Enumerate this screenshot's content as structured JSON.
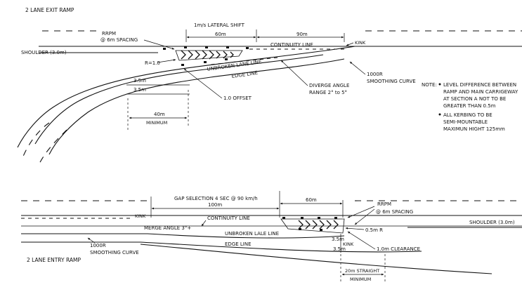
{
  "exit": {
    "title": "2 LANE EXIT RAMP",
    "lateral_shift": "1m/s LATERAL SHIFT",
    "dim_60": "60m",
    "dim_90": "90m",
    "rrpm": "RRPM",
    "spacing": "@ 6m SPACING",
    "shoulder": "SHOULDER (3.0m)",
    "continuity": "CONTINUITY LINE",
    "kink": "KINK",
    "r_label": "R=1.0",
    "unbroken": "UNBROKEN LANE LINE",
    "edge": "EDGE LINE",
    "w1": "3.5m",
    "w2": "3.5m",
    "offset": "1.0 OFFSET",
    "diverge": "DIVERGE ANGLE",
    "diverge_range": "RANGE 2° to 5°",
    "smoothing_r": "1000R",
    "smoothing": "SMOOTHING CURVE",
    "min_len": "40m",
    "minimum": "MINIMUM"
  },
  "note": {
    "label": "NOTE:",
    "b1": [
      "LEVEL DIFFERENCE BETWEEN",
      "RAMP AND MAIN CARRIGEWAY",
      "AT SECTION A NOT TO BE",
      "GREATER THAN 0.5m"
    ],
    "b2": [
      "ALL KERBING TO BE",
      "SEMI-MOUNTABLE",
      "MAXIMUN HIGHT 125mm"
    ]
  },
  "entry": {
    "title": "2 LANE ENTRY RAMP",
    "gap": "GAP SELECTION 4 SEC @ 90 km/h",
    "dim_100": "100m",
    "dim_60": "60m",
    "rrpm": "RRPM",
    "spacing": "@ 6m SPACING",
    "kink": "KINK",
    "continuity": "CONTINUITY LINE",
    "merge": "MERGE ANGLE 3°+",
    "unbroken": "UNBROKEN LALE LINE",
    "shoulder": "SHOULDER (3.0m)",
    "r05": "0.5m R",
    "w1": "3.5m",
    "w2": "3.5m",
    "kink2": "KINK",
    "clearance": "1.0m CLEARANCE",
    "edge": "EDGE LINE",
    "smoothing_r": "1000R",
    "smoothing": "SMOOTHING CURVE",
    "straight": "20m STRAIGHT",
    "minimum": "MINIMUM"
  }
}
